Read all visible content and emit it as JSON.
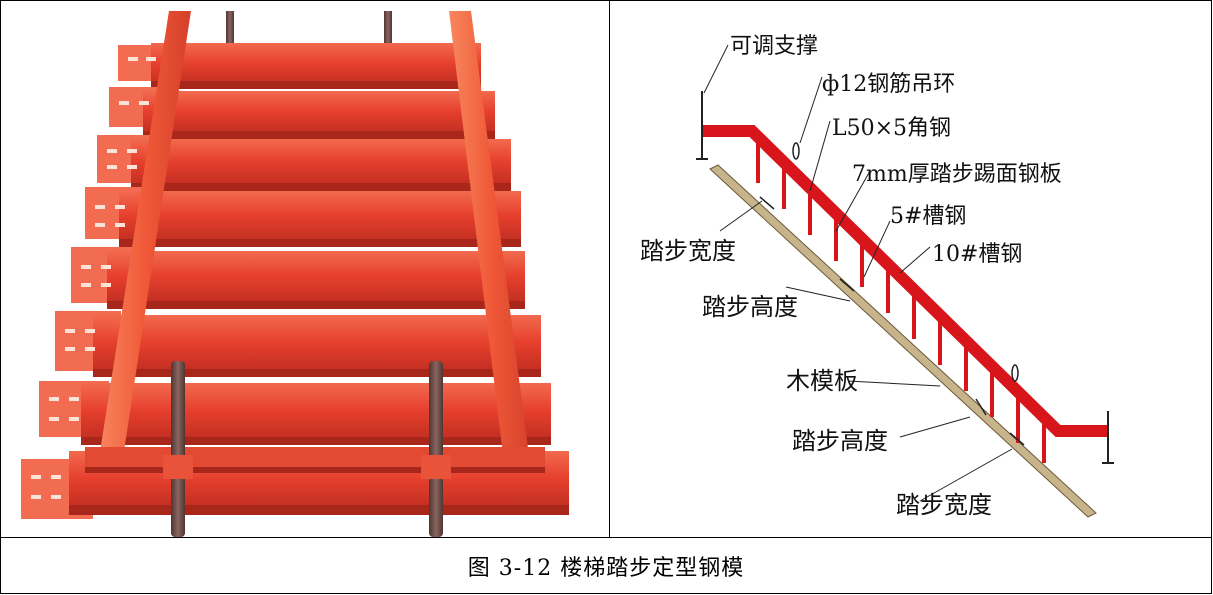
{
  "figure": {
    "caption": "图 3-12 楼梯踏步定型钢模"
  },
  "diagram": {
    "labels": {
      "adjustable_support": "可调支撑",
      "lifting_ring": "ф12钢筋吊环",
      "angle_steel": "L50×5角钢",
      "tread_plate": "7mm厚踏步踢面钢板",
      "channel_5": "5#槽钢",
      "channel_10": "10#槽钢",
      "tread_width_upper": "踏步宽度",
      "tread_height_upper": "踏步高度",
      "timber_formwork": "木模板",
      "tread_height_lower": "踏步高度",
      "tread_width_lower": "踏步宽度"
    }
  },
  "colors": {
    "steel_red": "#e8402f",
    "steel_dark": "#b8281c",
    "steel_light": "#f47a5c",
    "bar_brown": "#6b4a45",
    "diagram_red": "#d8151b",
    "timber": "#c8b48a"
  }
}
